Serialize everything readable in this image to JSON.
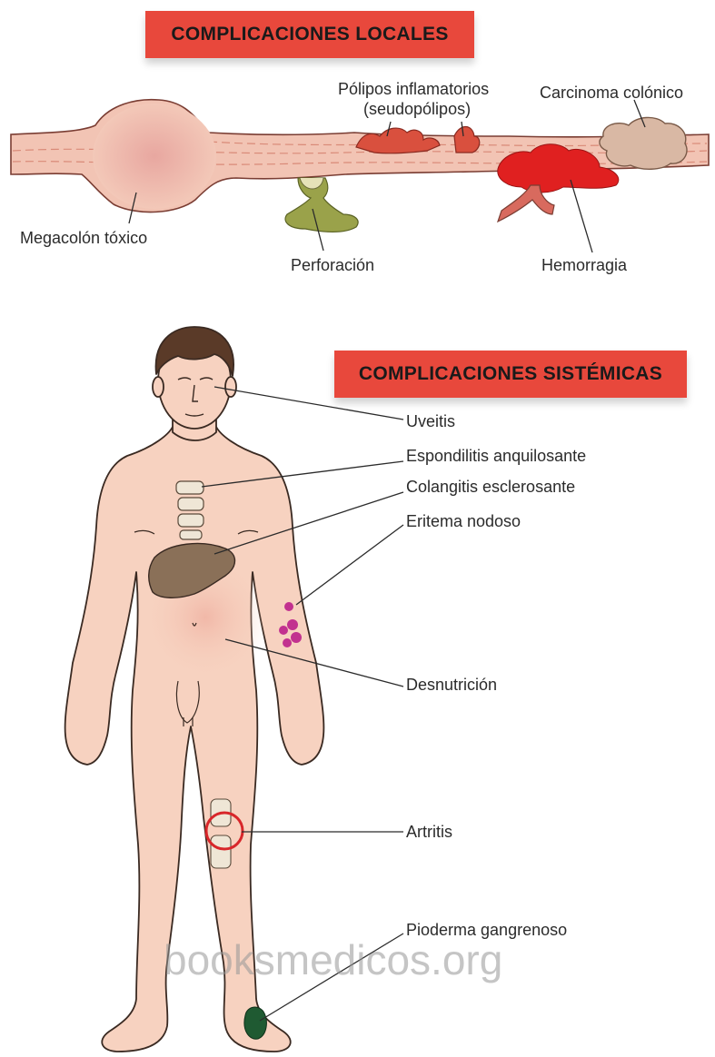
{
  "banners": {
    "local": "COMPLICACIONES LOCALES",
    "systemic": "COMPLICACIONES SISTÉMICAS"
  },
  "local_labels": {
    "polyps_line1": "Pólipos inflamatorios",
    "polyps_line2": "(seudopólipos)",
    "carcinoma": "Carcinoma colónico",
    "megacolon": "Megacolón tóxico",
    "perforation": "Perforación",
    "hemorrhage": "Hemorragia"
  },
  "systemic_labels": {
    "uveitis": "Uveitis",
    "spondylitis": "Espondilitis anquilosante",
    "cholangitis": "Colangitis esclerosante",
    "erythema": "Eritema nodoso",
    "malnutrition": "Desnutrición",
    "arthritis": "Artritis",
    "pyoderma": "Pioderma gangrenoso"
  },
  "watermark": "booksmedicos.org",
  "colors": {
    "banner": "#e8483c",
    "colon_wall": "#f2c4b4",
    "colon_fold": "#e49a88",
    "skin": "#f7d2c0",
    "skin_outline": "#3a2a22",
    "hair": "#5a3a28",
    "liver": "#8a7058",
    "erythema": "#c2318f",
    "pyoderma": "#1f5a32",
    "arthritis_ring": "#d8262a",
    "hemorrhage": "#e02020",
    "carcinoma": "#d9b8a4",
    "perforation": "#9aa24a",
    "polyps": "#d9503e"
  }
}
